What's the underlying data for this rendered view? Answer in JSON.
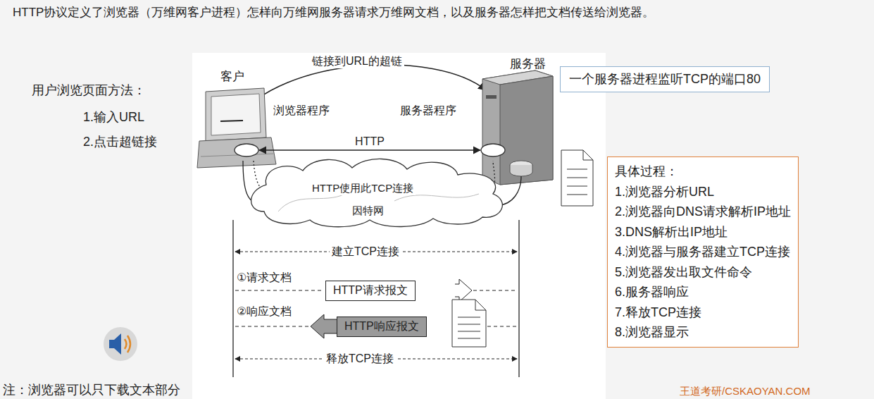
{
  "diagram": {
    "title": "HTTP协议定义了浏览器（万维网客户进程）怎样向万维网服务器请求万维网文档，以及服务器怎样把文档传送给浏览器。",
    "nodes": [
      {
        "text": [
          "浏览器程序"
        ]
      },
      {
        "text": [
          "服务器程序"
        ]
      },
      {
        "text": [
          "一个服务器进程监听TCP的端口80"
        ]
      },
      {
        "text": [
          "具体过程：",
          "1.浏览器分析URL",
          "2.浏览器向DNS请求解析IP地址",
          "3.DNS解析出IP地址",
          "4.浏览器与服务器建立TCP连接",
          "5.浏览器发出取文件命令",
          "6.服务器响应",
          "7.释放TCP连接",
          "8.浏览器显示"
        ]
      },
      {
        "text": [
          "HTTP请求报文"
        ]
      },
      {
        "text": [
          "HTTP响应报文"
        ]
      }
    ],
    "edges": [
      {
        "from": 0,
        "to": 1,
        "label": "HTTP",
        "arrow": "both"
      }
    ],
    "labels": [
      "用户浏览页面方法：",
      "1.输入URL",
      "2.点击超链接",
      "客户",
      "服务器",
      "链接到URL的超链",
      "HTTP使用此TCP连接",
      "因特网",
      "建立TCP连接",
      "①请求文档",
      "②响应文档",
      "释放TCP连接",
      "注：浏览器可以只下载文本部分",
      "王道考研/CSKAOYAN.COM"
    ]
  }
}
